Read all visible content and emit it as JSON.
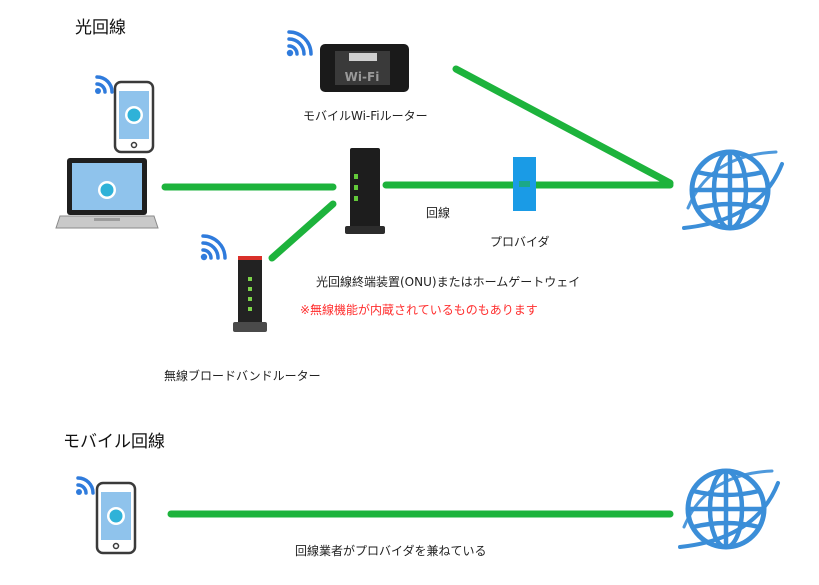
{
  "sections": {
    "fiber": "光回線",
    "mobile": "モバイル回線"
  },
  "labels": {
    "mobile_router": "モバイルWi-Fiルーター",
    "mobile_router_screen": "Wi-Fi",
    "line": "回線",
    "provider": "プロバイダ",
    "onu": "光回線終端装置(ONU)またはホームゲートウェイ",
    "onu_note": "※無線機能が内蔵されているものもあります",
    "broadband_router": "無線ブロードバンドルーター",
    "mobile_carrier": "回線業者がプロバイダを兼ねている"
  },
  "colors": {
    "link": "#1db33c",
    "wifi": "#2f7bdc",
    "provider": "#1a9be6",
    "globe": "#3b8ed8",
    "note": "#ff2d2d"
  },
  "icons": [
    "smartphone-icon",
    "laptop-icon",
    "mobile-router-icon",
    "onu-icon",
    "broadband-router-icon",
    "globe-icon",
    "wifi-icon"
  ]
}
